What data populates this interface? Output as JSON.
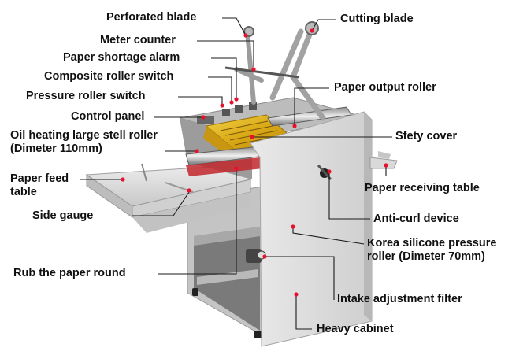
{
  "callouts": {
    "perforated_blade": "Perforated blade",
    "cutting_blade": "Cutting blade",
    "meter_counter": "Meter counter",
    "paper_shortage_alarm": "Paper shortage alarm",
    "composite_roller_switch": "Composite roller switch",
    "paper_output_roller": "Paper output roller",
    "pressure_roller_switch": "Pressure roller switch",
    "control_panel": "Control panel",
    "oil_heating_roller": "Oil heating large stell roller (Dimeter 110mm)",
    "sfety_cover": "Sfety cover",
    "paper_feed_table": "Paper feed table",
    "paper_receiving_table": "Paper receiving table",
    "side_gauge": "Side gauge",
    "anti_curl_device": "Anti-curl device",
    "korea_silicone_roller": "Korea silicone pressure roller (Dimeter 70mm)",
    "rub_the_paper_round": "Rub the paper round",
    "intake_adjustment_filter": "Intake adjustment filter",
    "heavy_cabinet": "Heavy cabinet"
  },
  "colors": {
    "marker": "#e8112d",
    "leader_line": "#1a1a1a",
    "label_text": "#111111",
    "machine_body": "#dcdcdc",
    "heating_element": "#e2b520"
  }
}
